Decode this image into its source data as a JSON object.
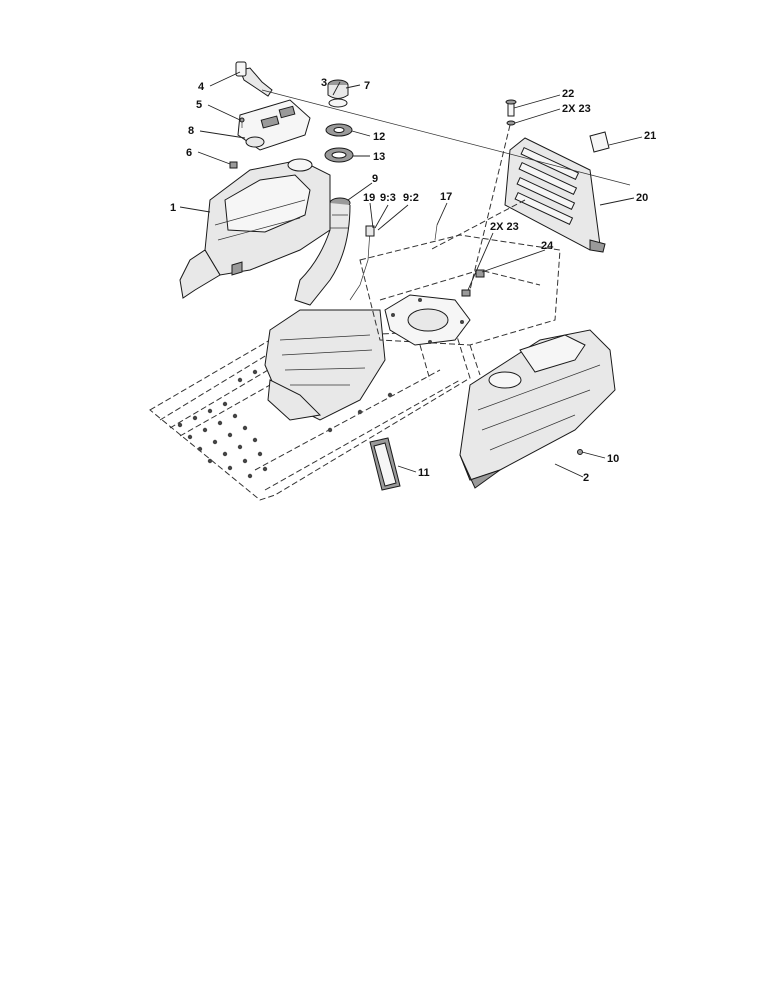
{
  "callouts": {
    "c1": "1",
    "c2": "2",
    "c3": "3",
    "c4": "4",
    "c5": "5",
    "c6": "6",
    "c7": "7",
    "c8": "8",
    "c9": "9",
    "c9_3": "9:3",
    "c9_2": "9:2",
    "c10": "10",
    "c11": "11",
    "c12": "12",
    "c13": "13",
    "c17": "17",
    "c19": "19",
    "c20": "20",
    "c21": "21",
    "c22": "22",
    "c2x23_top": "2X 23",
    "c2x23_mid": "2X 23",
    "c24": "24"
  }
}
